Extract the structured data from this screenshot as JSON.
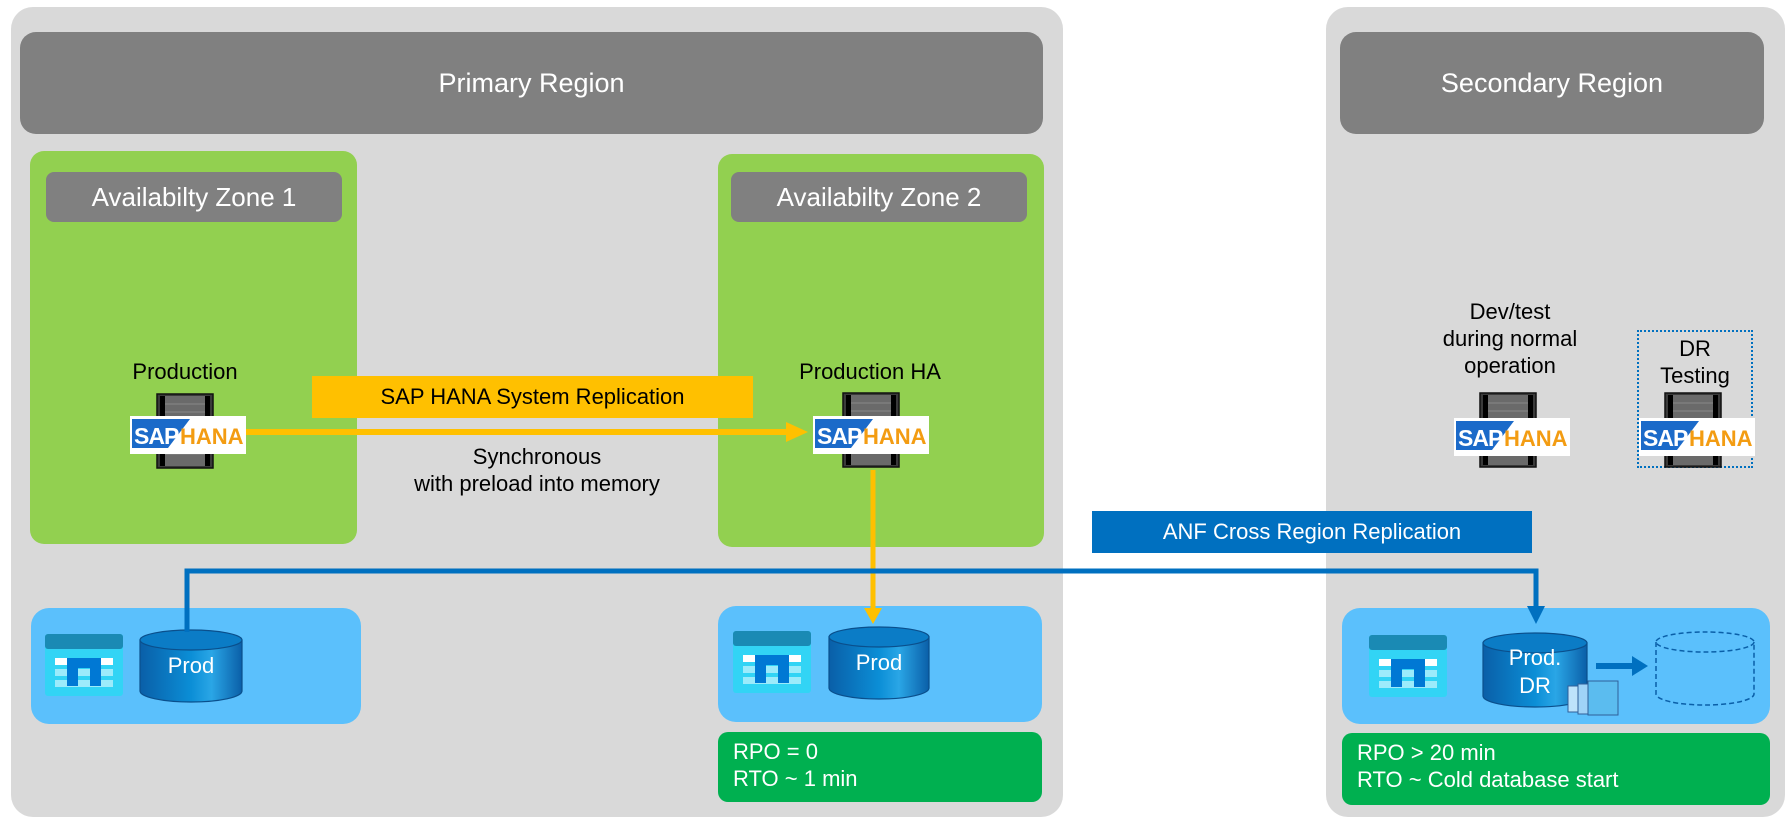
{
  "regions": {
    "primary": {
      "title": "Primary Region"
    },
    "secondary": {
      "title": "Secondary Region"
    }
  },
  "zones": {
    "az1": {
      "title": "Availabilty Zone 1",
      "system_label": "Production"
    },
    "az2": {
      "title": "Availabilty Zone 2",
      "system_label": "Production HA"
    }
  },
  "replication": {
    "hsr_label": "SAP HANA System Replication",
    "hsr_mode_line1": "Synchronous",
    "hsr_mode_line2": "with preload into memory",
    "anf_label": "ANF Cross Region Replication"
  },
  "secondary_systems": {
    "devtest_line1": "Dev/test",
    "devtest_line2": "during normal",
    "devtest_line3": "operation",
    "drtest_line1": "DR",
    "drtest_line2": "Testing"
  },
  "volumes": {
    "az1": "Prod",
    "az2": "Prod",
    "dr_line1": "Prod.",
    "dr_line2": "DR"
  },
  "metrics": {
    "az2": {
      "rpo": "RPO = 0",
      "rto": "RTO ~ 1 min"
    },
    "secondary": {
      "rpo": "RPO > 20 min",
      "rto": "RTO ~ Cold database start"
    }
  },
  "logo": {
    "sap": "SAP",
    "hana": "HANA"
  },
  "colors": {
    "region_bg": "#d9d9d9",
    "header_gray": "#808080",
    "az_green": "#92d050",
    "storage_blue": "#5bc0fc",
    "metrics_green": "#00b050",
    "hsr_orange": "#ffc000",
    "anf_blue": "#0070c0"
  }
}
